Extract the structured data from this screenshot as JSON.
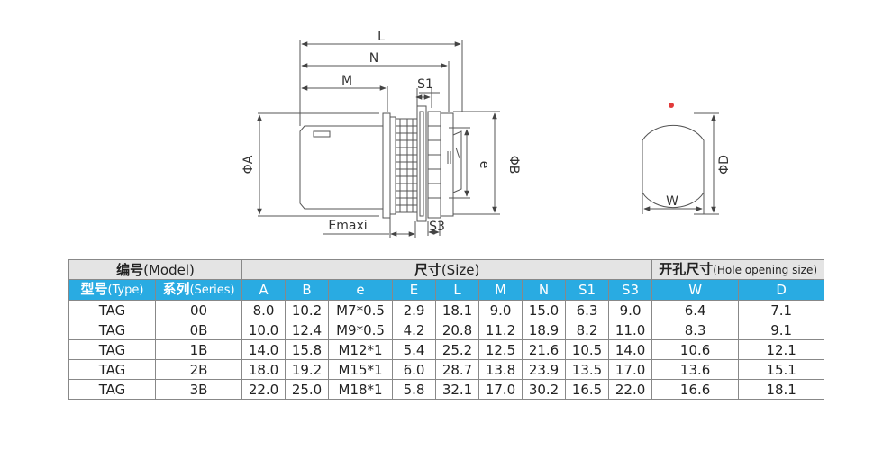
{
  "drawing": {
    "labels": {
      "L": "L",
      "N": "N",
      "M": "M",
      "S1": "S1",
      "S3": "S3",
      "A": "ΦA",
      "B": "ΦB",
      "e": "e",
      "Emaxi": "Emaxi",
      "D": "ΦD",
      "W": "W"
    },
    "colors": {
      "line": "#555555",
      "marker": "#e23a3a"
    }
  },
  "table": {
    "group_headers": {
      "model_cn": "编号",
      "model_en": "(Model)",
      "size_cn": "尺寸",
      "size_en": "(Size)",
      "hole_cn": "开孔尺寸",
      "hole_en": "(Hole opening size)"
    },
    "sub_headers": {
      "type_cn": "型号",
      "type_en": "(Type)",
      "series_cn": "系列",
      "series_en": "(Series)",
      "cols": [
        "A",
        "B",
        "e",
        "E",
        "L",
        "M",
        "N",
        "S1",
        "S3",
        "W",
        "D"
      ]
    },
    "rows": [
      [
        "TAG",
        "00",
        "8.0",
        "10.2",
        "M7*0.5",
        "2.9",
        "18.1",
        "9.0",
        "15.0",
        "6.3",
        "9.0",
        "6.4",
        "7.1"
      ],
      [
        "TAG",
        "0B",
        "10.0",
        "12.4",
        "M9*0.5",
        "4.2",
        "20.8",
        "11.2",
        "18.9",
        "8.2",
        "11.0",
        "8.3",
        "9.1"
      ],
      [
        "TAG",
        "1B",
        "14.0",
        "15.8",
        "M12*1",
        "5.4",
        "25.2",
        "12.5",
        "21.6",
        "10.5",
        "14.0",
        "10.6",
        "12.1"
      ],
      [
        "TAG",
        "2B",
        "18.0",
        "19.2",
        "M15*1",
        "6.0",
        "28.7",
        "13.8",
        "23.9",
        "13.5",
        "17.0",
        "13.6",
        "15.1"
      ],
      [
        "TAG",
        "3B",
        "22.0",
        "25.0",
        "M18*1",
        "5.8",
        "32.1",
        "17.0",
        "30.2",
        "16.5",
        "22.0",
        "16.6",
        "18.1"
      ]
    ],
    "colors": {
      "group_header_bg": "#e4e4e4",
      "sub_header_bg": "#29abe2",
      "sub_header_fg": "#ffffff"
    }
  }
}
